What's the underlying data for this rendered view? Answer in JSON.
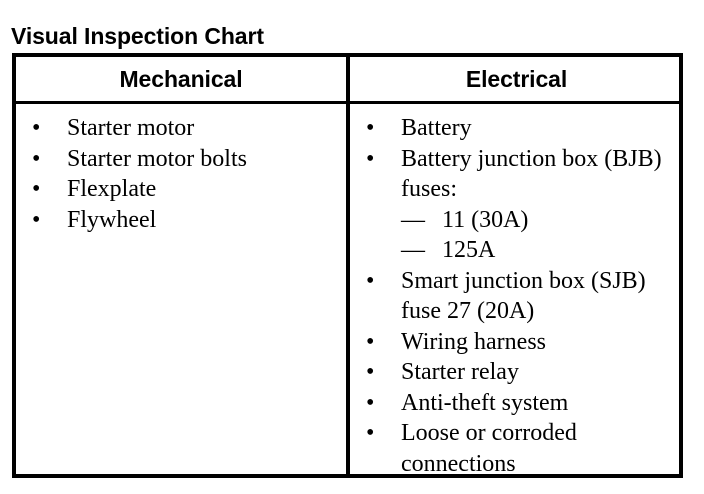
{
  "page": {
    "title": "Visual Inspection Chart",
    "background_color": "#ffffff",
    "text_color": "#000000",
    "border_color": "#000000"
  },
  "table": {
    "columns": [
      {
        "id": "mechanical",
        "header": "Mechanical",
        "items": [
          {
            "bullet": "•",
            "text": "Starter motor"
          },
          {
            "bullet": "•",
            "text": "Starter motor bolts"
          },
          {
            "bullet": "•",
            "text": "Flexplate"
          },
          {
            "bullet": "•",
            "text": "Flywheel"
          }
        ]
      },
      {
        "id": "electrical",
        "header": "Electrical",
        "items": [
          {
            "bullet": "•",
            "text": "Battery"
          },
          {
            "bullet": "•",
            "text": "Battery junction box (BJB) fuses:",
            "subitems": [
              {
                "dash": "—",
                "text": "11 (30A)"
              },
              {
                "dash": "—",
                "text": "125A"
              }
            ]
          },
          {
            "bullet": "•",
            "text": "Smart junction box (SJB) fuse 27 (20A)"
          },
          {
            "bullet": "•",
            "text": "Wiring harness"
          },
          {
            "bullet": "•",
            "text": "Starter relay"
          },
          {
            "bullet": "•",
            "text": "Anti-theft system"
          },
          {
            "bullet": "•",
            "text": "Loose or corroded connections"
          }
        ]
      }
    ]
  }
}
